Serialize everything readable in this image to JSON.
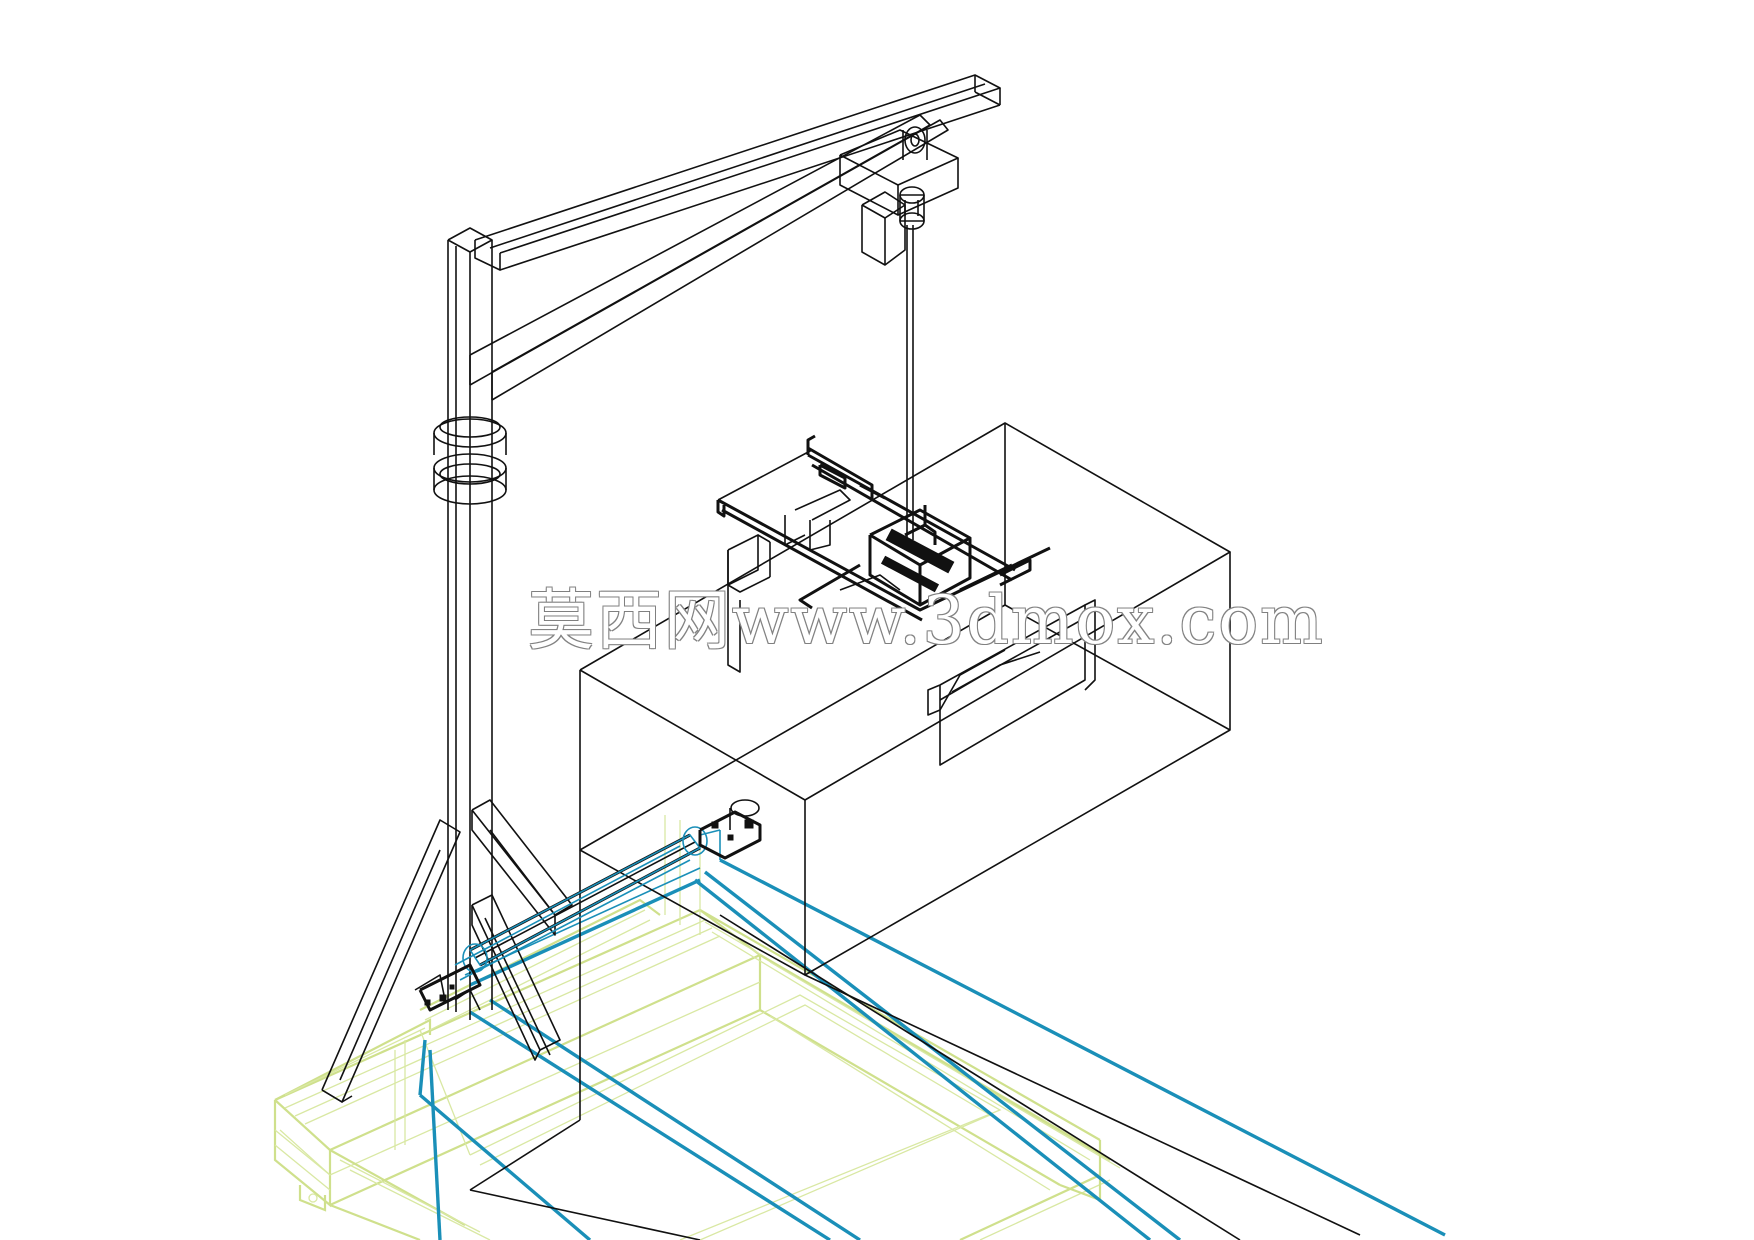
{
  "diagram": {
    "kind": "isometric wireframe",
    "subject": "jib-crane-with-load-and-base-frame",
    "colors": {
      "structure": "#111111",
      "rails": "#1a8fb8",
      "base_frame": "#cfe08c",
      "background": "#ffffff"
    }
  },
  "watermark": {
    "text": "莫西网www.3dmox.com"
  }
}
